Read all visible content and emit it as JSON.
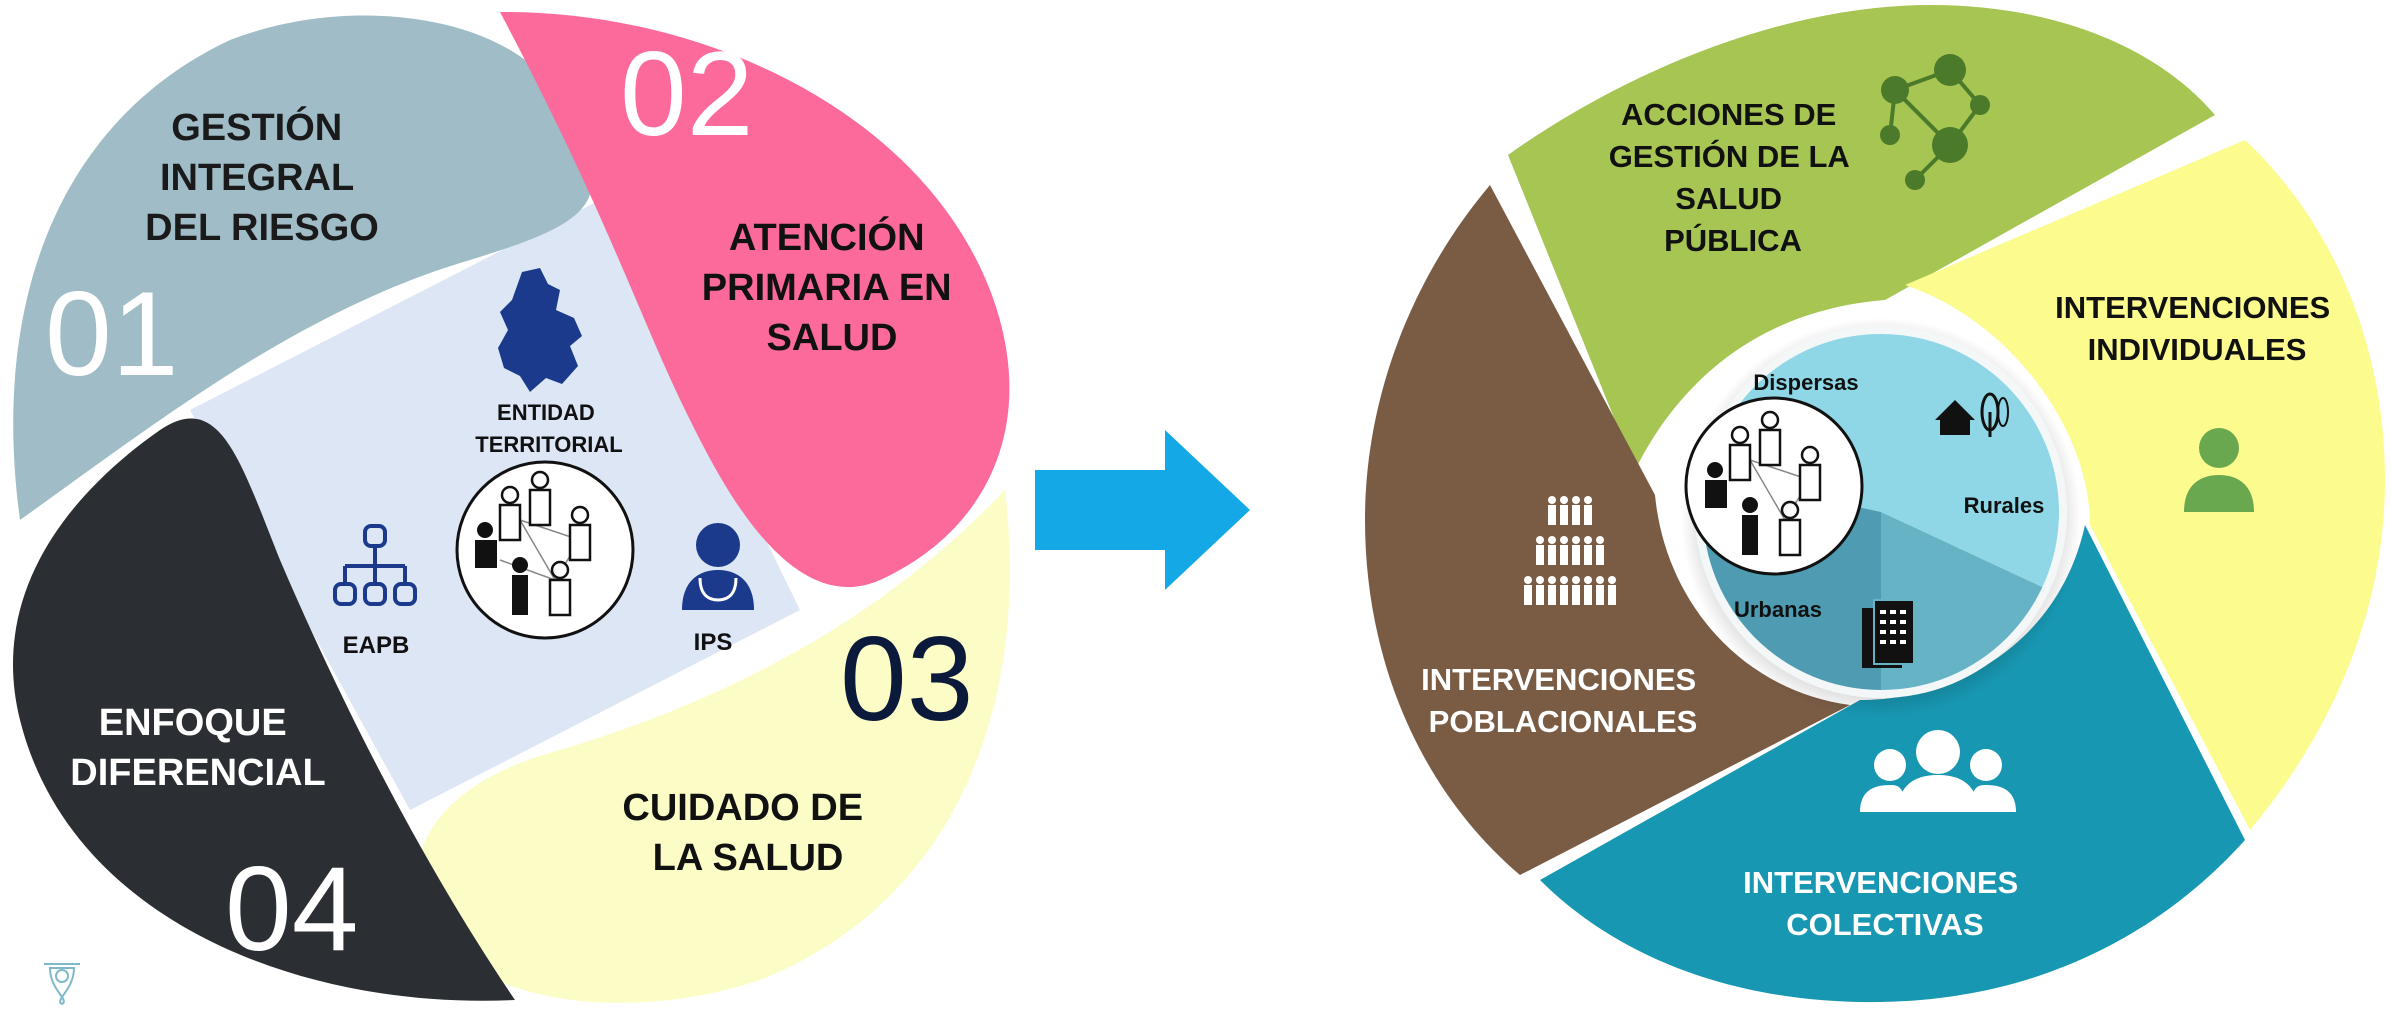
{
  "left_diagram": {
    "blocks": [
      {
        "number": "01",
        "lines": [
          "GESTIÓN",
          "INTEGRAL",
          "DEL RIESGO"
        ]
      },
      {
        "number": "02",
        "lines": [
          "ATENCIÓN",
          "PRIMARIA EN",
          "SALUD"
        ]
      },
      {
        "number": "03",
        "lines": [
          "CUIDADO DE",
          "LA SALUD"
        ]
      },
      {
        "number": "04",
        "lines": [
          "ENFOQUE",
          "DIFERENCIAL"
        ]
      }
    ],
    "center": {
      "entity_lines": [
        "ENTIDAD",
        "TERRITORIAL"
      ],
      "eapb_label": "EAPB",
      "ips_label": "IPS"
    }
  },
  "right_diagram": {
    "segments": [
      {
        "lines": [
          "ACCIONES DE",
          "GESTIÓN DE LA",
          "SALUD",
          "PÚBLICA"
        ]
      },
      {
        "lines": [
          "INTERVENCIONES",
          "INDIVIDUALES"
        ]
      },
      {
        "lines": [
          "INTERVENCIONES",
          "COLECTIVAS"
        ]
      },
      {
        "lines": [
          "INTERVENCIONES",
          "POBLACIONALES"
        ]
      }
    ],
    "center": {
      "dispersas": "Dispersas",
      "rurales": "Rurales",
      "urbanas": "Urbanas"
    }
  },
  "colors": {
    "grey_blue": "#9fbcc7",
    "pink": "#fb6a9a",
    "pale_yellow": "#fcfcc6",
    "dark": "#2b2f33",
    "center_light_blue": "#dce6f5",
    "navy_icon": "#1b3a8c",
    "arrow": "#14a9e6",
    "olive_green": "#a6c552",
    "yellow": "#fbfb8e",
    "teal": "#1897b2",
    "brown": "#7a5c45",
    "inner_light_teal": "#8fd7e6",
    "inner_mid_teal": "#67b3c6",
    "inner_dark_teal": "#4f9cb2"
  },
  "icons": [
    "colombia-map-icon",
    "people-group-icon",
    "org-chart-icon",
    "doctor-icon",
    "network-people-icon",
    "person-icon",
    "group-icon",
    "crowd-pyramid-icon",
    "house-tree-icon",
    "building-icon",
    "coat-of-arms-icon",
    "right-arrow-icon"
  ]
}
